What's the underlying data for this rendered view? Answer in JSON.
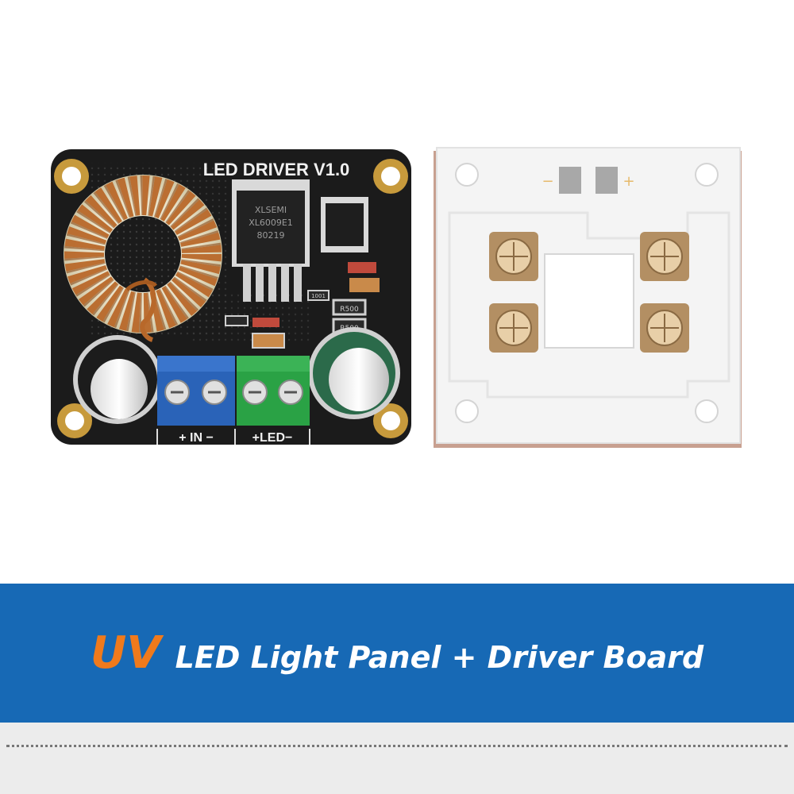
{
  "driver_board": {
    "title": "LED DRIVER V1.0",
    "terminal_in_label": "+ IN −",
    "terminal_led_label": "+LED−",
    "chip_text": [
      "XLSEMI",
      "XL6009E1",
      "80219"
    ],
    "resistor_labels": [
      "R500",
      "R500",
      "1001"
    ]
  },
  "led_panel": {
    "pad_minus": "−",
    "pad_plus": "+"
  },
  "banner": {
    "highlight": "UV",
    "text": "LED Light Panel + Driver Board"
  },
  "colors": {
    "banner_background": "#1769b5",
    "highlight_text": "#f07a1c",
    "banner_text": "#ffffff",
    "pcb_black": "#1b1b1b",
    "copper": "#b8682a",
    "blue_terminal": "#2a63b8",
    "green_terminal": "#2aa245"
  }
}
